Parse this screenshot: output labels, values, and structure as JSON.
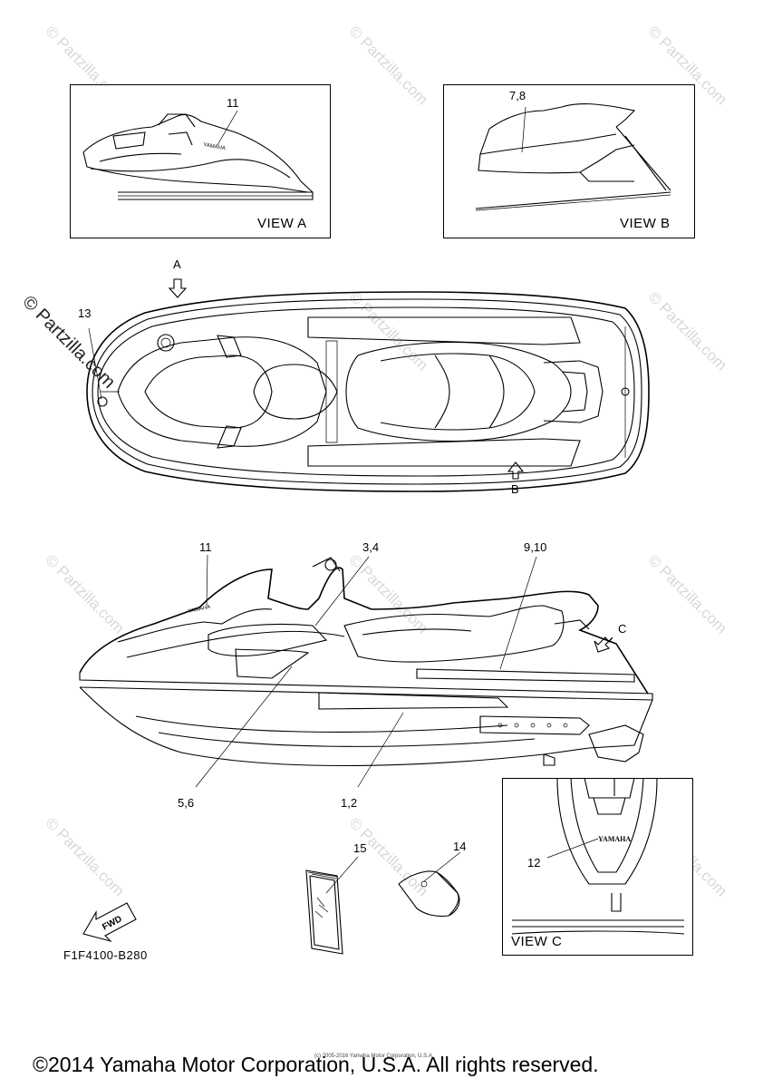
{
  "views": {
    "view_a": {
      "caption": "VIEW A",
      "callout": "11",
      "logo_text": "YAMAHA"
    },
    "view_b": {
      "caption": "VIEW B",
      "callout": "7,8"
    },
    "view_c": {
      "caption": "VIEW C",
      "callout": "12",
      "logo_text": "YAMAHA"
    }
  },
  "top_view": {
    "arrow_a_label": "A",
    "arrow_b_label": "B",
    "callout_13": "13"
  },
  "side_view": {
    "callout_11": "11",
    "callout_3_4": "3,4",
    "callout_9_10": "9,10",
    "callout_c": "C",
    "callout_5_6": "5,6",
    "callout_1_2": "1,2",
    "logo_text": "YAMAHA"
  },
  "parts": {
    "callout_15": "15",
    "callout_14": "14",
    "fwd_label": "FWD"
  },
  "part_code": "F1F4100-B280",
  "copyright": "©2014 Yamaha Motor Corporation, U.S.A. All rights reserved.",
  "tiny_copyright": "(c) 2005-2016 Yamaha Motor Corporation, U.S.A.",
  "watermark_text": "© Partzilla.com"
}
